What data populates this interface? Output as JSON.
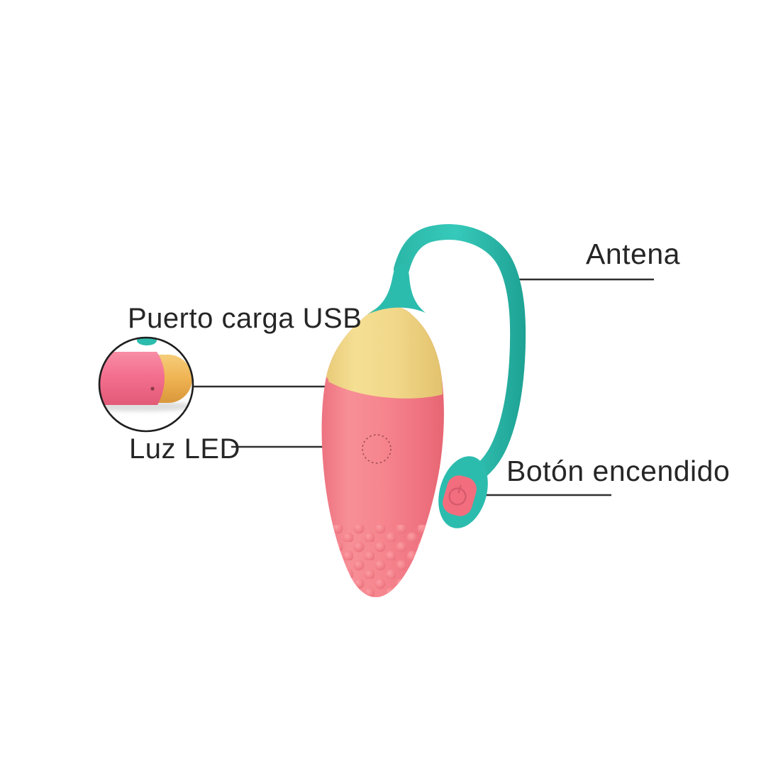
{
  "labels": {
    "antena": {
      "text": "Antena"
    },
    "puerto_usb": {
      "text": "Puerto carga USB"
    },
    "luz_led": {
      "text": "Luz LED"
    },
    "boton_encendido": {
      "text": "Botón encendido"
    }
  },
  "icons": {
    "power_button": "power-icon"
  },
  "colors": {
    "background": "#ffffff",
    "text": "#262626",
    "callout_line": "#2f2f2f",
    "teal": "#2cbcae",
    "body_yellow": "#f2d889",
    "body_pink": "#f5828b",
    "button_pink": "#f26e7e",
    "power_icon": "#d4596c",
    "inset_yellow": "#efb352",
    "inset_pink": "#f4708f",
    "led_dash": "#9e4d55",
    "usb_port_dot": "#8a3d42"
  }
}
